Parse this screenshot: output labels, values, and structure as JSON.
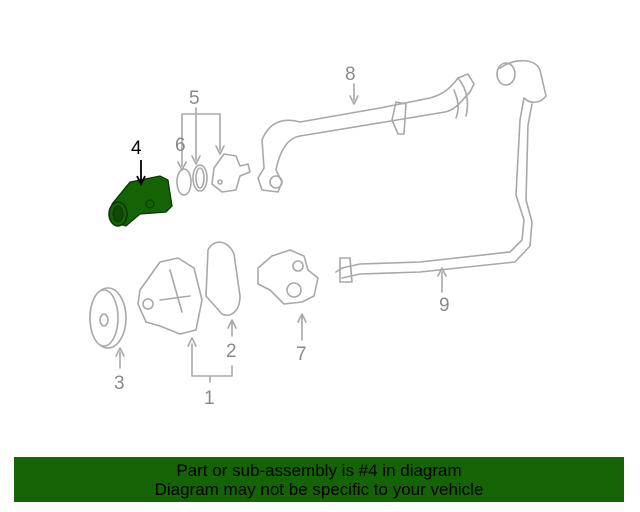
{
  "diagram": {
    "selected_part": "4",
    "labels": {
      "p1": "1",
      "p2": "2",
      "p3": "3",
      "p4": "4",
      "p5": "5",
      "p6": "6",
      "p7": "7",
      "p8": "8",
      "p9": "9"
    },
    "highlight_color": "#146405",
    "line_color": "#a8a8a8"
  },
  "banner": {
    "line1": "Part or sub-assembly is #4 in diagram",
    "line2": "Diagram may not be specific to your vehicle",
    "background": "#146405"
  }
}
